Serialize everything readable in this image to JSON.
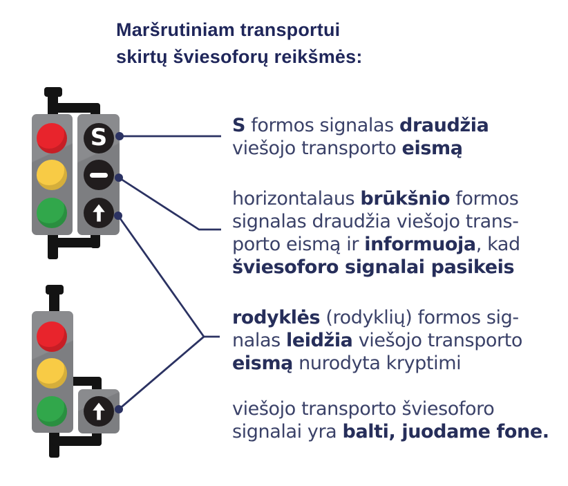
{
  "title": {
    "line1": "Maršrutiniam transportui",
    "line2": "skirtų šviesoforų reikšmės:"
  },
  "traffic_light_top": {
    "left_column_lights": [
      "red",
      "yellow",
      "green"
    ],
    "right_column_signals": [
      "s-shape",
      "horizontal-dash",
      "arrow-up"
    ],
    "s_label": "S"
  },
  "traffic_light_bottom": {
    "column_lights": [
      "red",
      "yellow",
      "green"
    ],
    "side_signal": "arrow-up"
  },
  "icons": {
    "s_signal": "letter-S-on-black-disc",
    "dash_signal": "white-horizontal-bar-on-black-disc",
    "arrow_signal": "white-up-arrow-on-black-disc"
  },
  "colors": {
    "background": "#ffffff",
    "title_navy": "#1f265a",
    "text_navy": "#3a4168",
    "text_bold_navy": "#262e5a",
    "connector_navy": "#2b3262",
    "lamp_red": "#e8242c",
    "lamp_yellow": "#f8cb45",
    "lamp_green": "#31a74b",
    "panel_gray": "#808184",
    "signal_black": "#211d1e",
    "pole_black": "#131313",
    "signal_glyph_white": "#ffffff"
  },
  "paragraphs": [
    {
      "id": "s-signal",
      "lines": [
        [
          {
            "t": "S",
            "b": true
          },
          {
            "t": " formos signalas "
          },
          {
            "t": "draudžia",
            "b": true
          }
        ],
        [
          {
            "t": "viešojo transporto "
          },
          {
            "t": "eismą",
            "b": true
          }
        ]
      ]
    },
    {
      "id": "dash-signal",
      "lines": [
        [
          {
            "t": "horizontalaus "
          },
          {
            "t": "brūkšnio",
            "b": true
          },
          {
            "t": " formos"
          }
        ],
        [
          {
            "t": "signalas draudžia viešojo trans-"
          }
        ],
        [
          {
            "t": "porto eismą ir "
          },
          {
            "t": "informuoja",
            "b": true
          },
          {
            "t": ", kad"
          }
        ],
        [
          {
            "t": "šviesoforo signalai pasikeis",
            "b": true
          }
        ]
      ]
    },
    {
      "id": "arrow-signal",
      "lines": [
        [
          {
            "t": "rodyklės",
            "b": true
          },
          {
            "t": " (rodyklių) formos sig-"
          }
        ],
        [
          {
            "t": "nalas "
          },
          {
            "t": "leidžia",
            "b": true
          },
          {
            "t": " viešojo transporto"
          }
        ],
        [
          {
            "t": "eismą",
            "b": true
          },
          {
            "t": " nurodyta kryptimi"
          }
        ]
      ]
    },
    {
      "id": "white-signals",
      "lines": [
        [
          {
            "t": "viešojo transporto šviesoforo"
          }
        ],
        [
          {
            "t": "signalai yra "
          },
          {
            "t": "balti, juodame fone.",
            "b": true
          }
        ]
      ]
    }
  ]
}
